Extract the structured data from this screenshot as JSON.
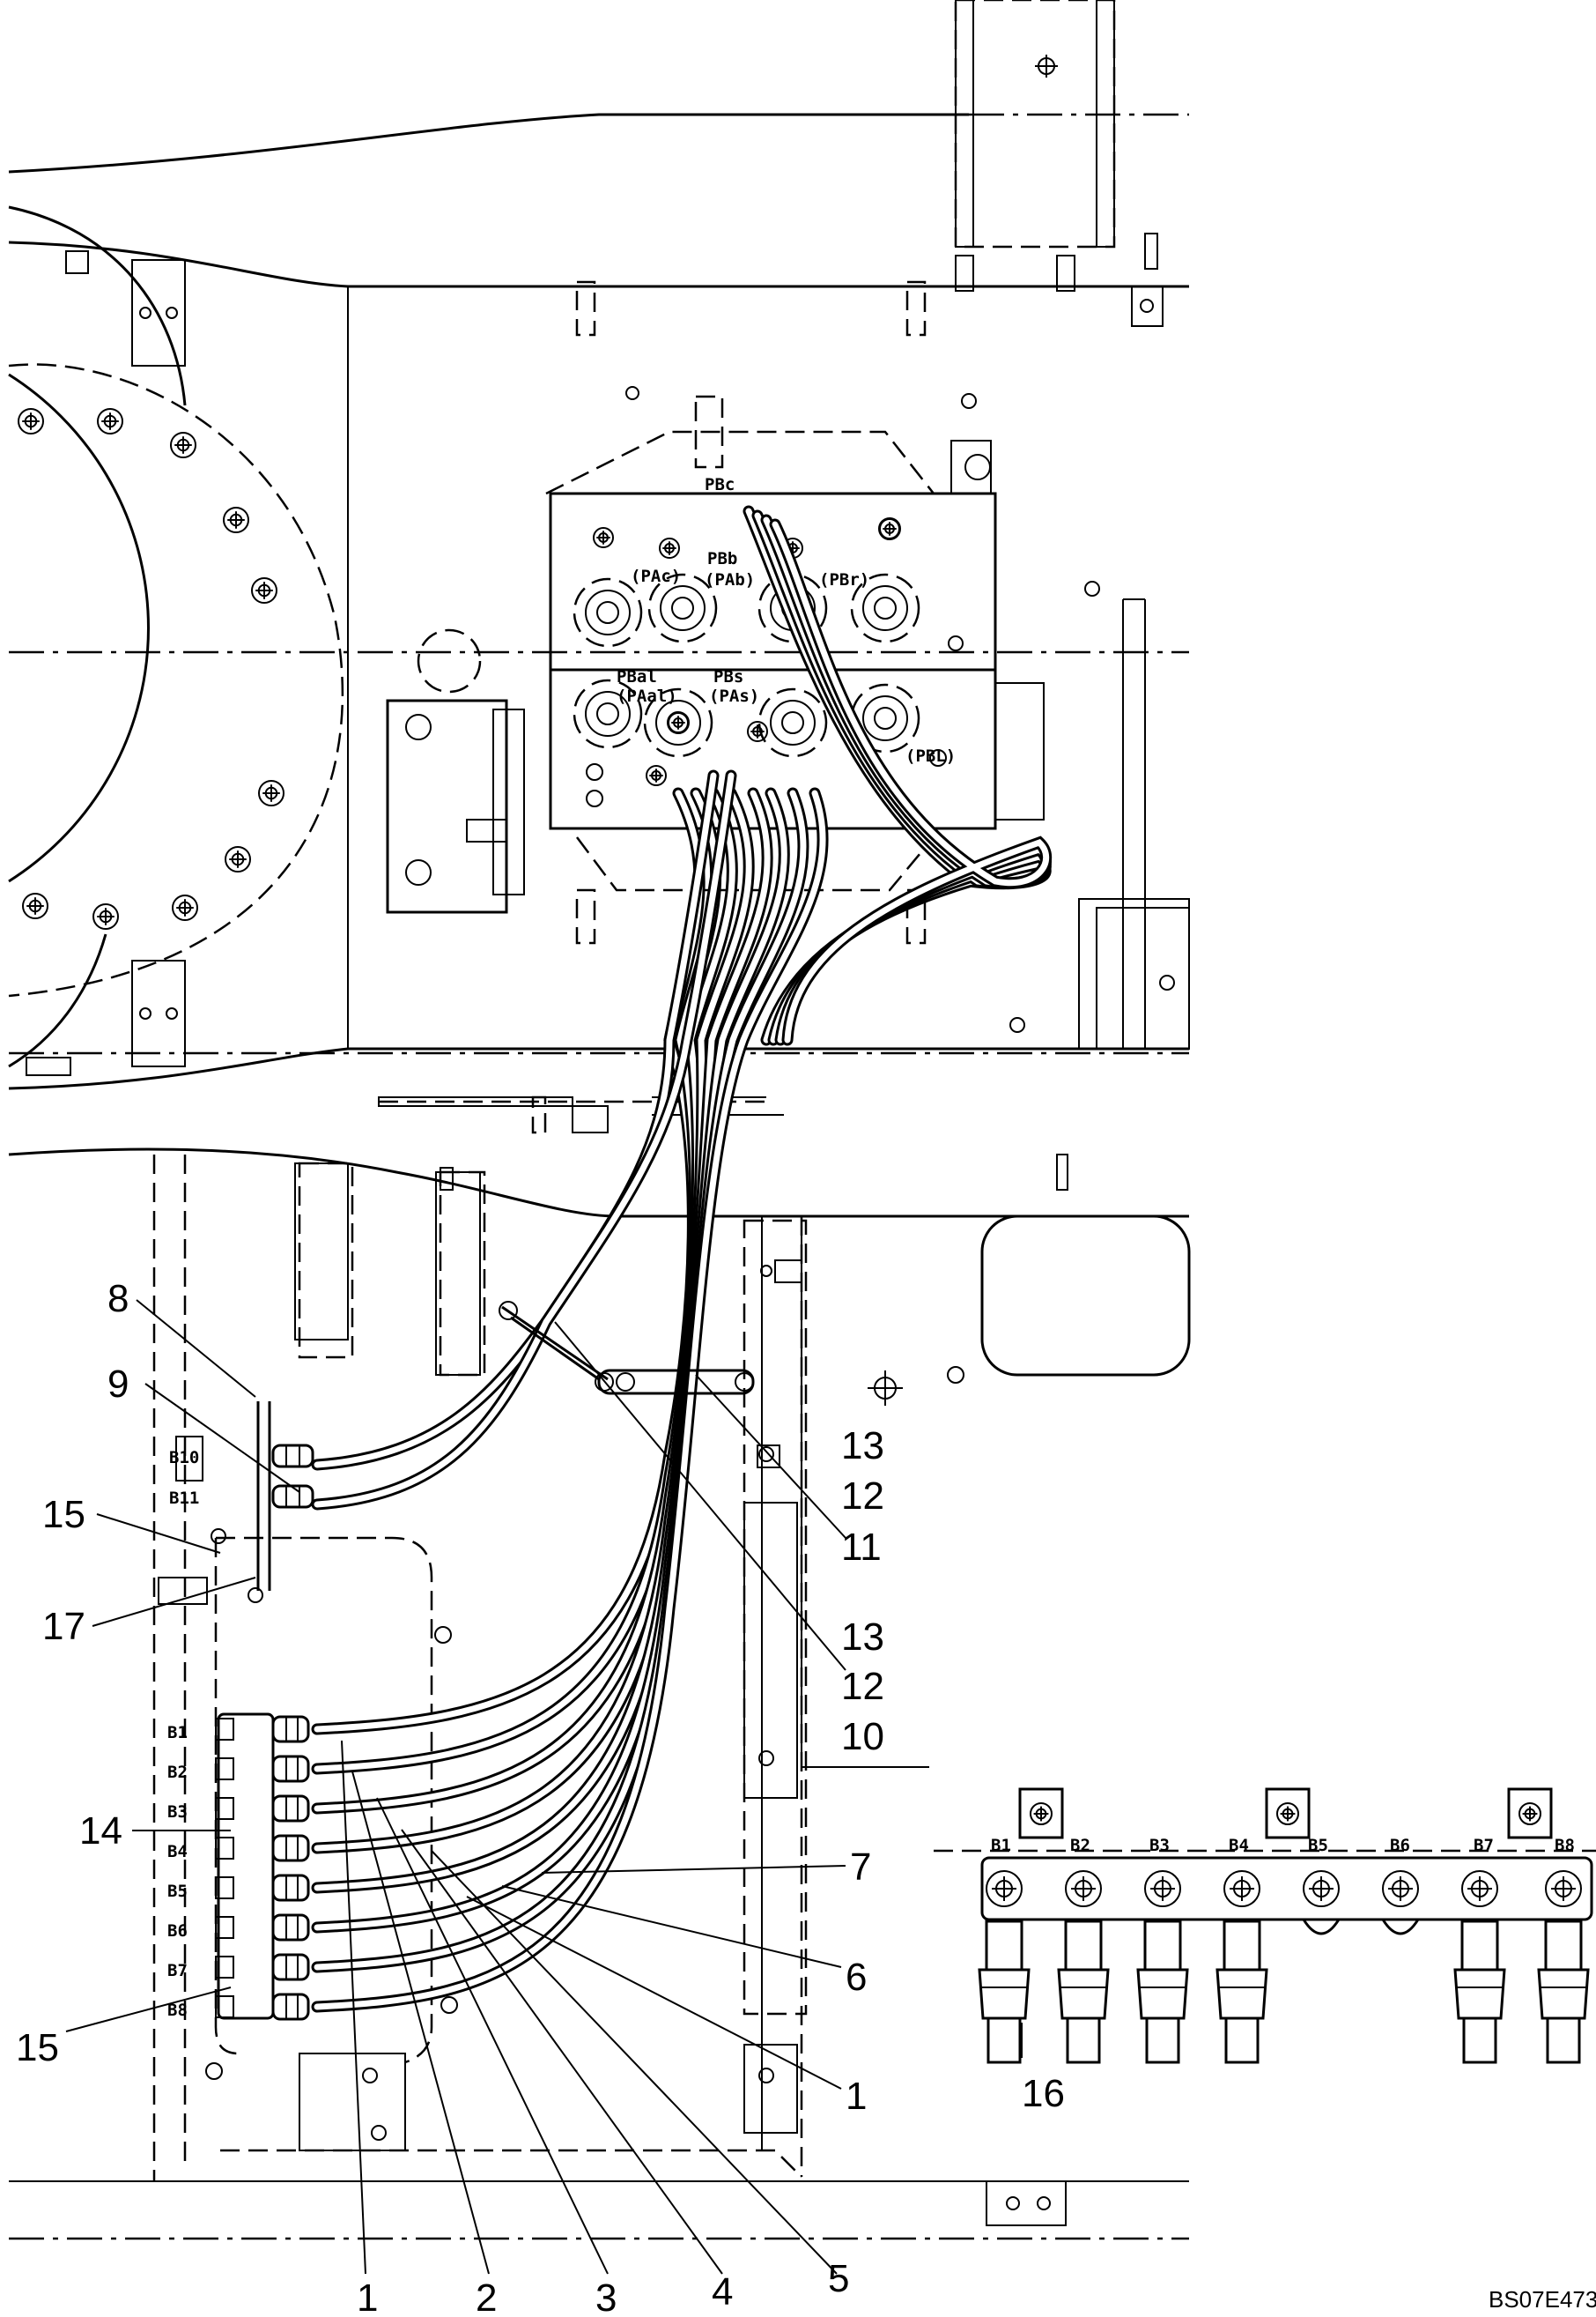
{
  "drawing": {
    "reference_code": "BS07E473"
  },
  "valve_port_labels": [
    "PBc",
    "PBb",
    "(PAc)",
    "(PAb)",
    "(PBr)",
    "PBal",
    "(PAal)",
    "PBs",
    "(PAs)",
    "(PBL)"
  ],
  "manifold_port_labels": [
    "B1",
    "B2",
    "B3",
    "B4",
    "B5",
    "B6",
    "B7",
    "B8"
  ],
  "bracket_port_labels": [
    "B10",
    "B11"
  ],
  "detail_port_labels": [
    "B1",
    "B2",
    "B3",
    "B4",
    "B5",
    "B6",
    "B7",
    "B8"
  ],
  "callouts": {
    "left": [
      "8",
      "9",
      "15",
      "17",
      "14",
      "15"
    ],
    "right": [
      "13",
      "12",
      "11",
      "13",
      "12",
      "10",
      "7",
      "6",
      "1"
    ],
    "bottom": [
      "1",
      "2",
      "3",
      "4",
      "5"
    ],
    "detail": "16"
  }
}
